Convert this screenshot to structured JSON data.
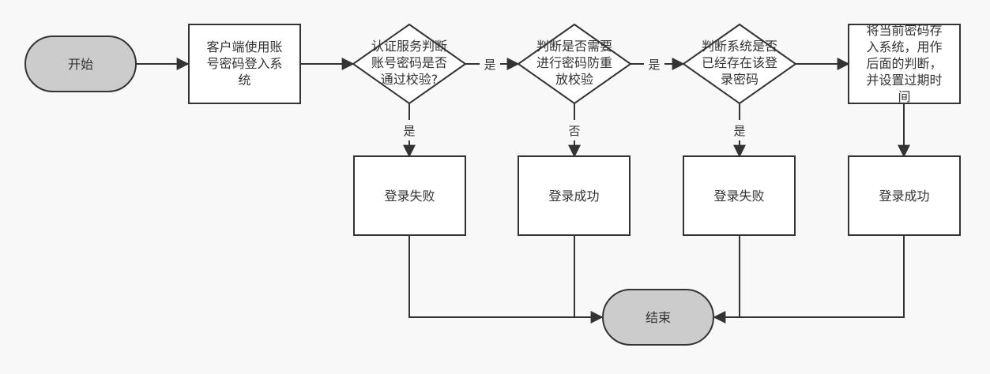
{
  "colors": {
    "terminal_fill": "#cccccc",
    "box_fill": "#ffffff",
    "stroke": "#333333",
    "background": "#f8f8f8",
    "text": "#333333"
  },
  "nodes": {
    "start": "开始",
    "client_login": [
      "客户端使用账",
      "号密码登入系",
      "统"
    ],
    "check_auth": [
      "认证服务判断",
      "账号密码是否",
      "通过校验?"
    ],
    "check_replay": [
      "判断是否需要",
      "进行密码防重",
      "放校验"
    ],
    "check_exists": [
      "判断系统是否",
      "已经存在该登",
      "录密码"
    ],
    "store_password": [
      "将当前密码存",
      "入系统，用作",
      "后面的判断，",
      "并设置过期时",
      "间"
    ],
    "fail_1": "登录失败",
    "success_1": "登录成功",
    "fail_2": "登录失败",
    "success_2": "登录成功",
    "end": "结束"
  },
  "edge_labels": {
    "auth_yes_right": "是",
    "auth_yes_down": "是",
    "replay_yes_right": "是",
    "replay_no_down": "否",
    "exists_yes_down": "是"
  }
}
